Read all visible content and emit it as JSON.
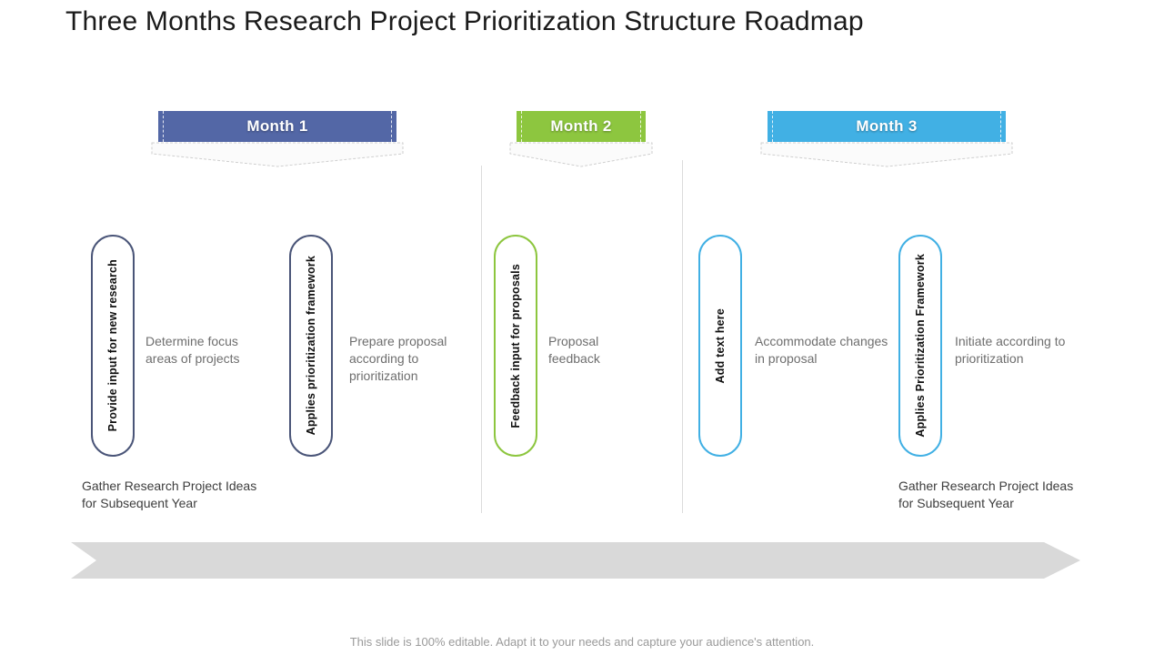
{
  "slide": {
    "title": "Three Months Research Project Prioritization Structure Roadmap",
    "footer_note": "This slide is 100% editable. Adapt it to your needs and capture your audience's attention.",
    "arrow_color": "#d9d9d9",
    "divider_color": "#dcdcdc"
  },
  "months": [
    {
      "label": "Month 1",
      "color": "#5367a6",
      "pill_color": "#4a5578"
    },
    {
      "label": "Month 2",
      "color": "#8dc63f",
      "pill_color": "#8dc63f"
    },
    {
      "label": "Month 3",
      "color": "#41b0e4",
      "pill_color": "#41b0e4"
    }
  ],
  "items": [
    {
      "pill_label": "Provide input for new research",
      "body_text": "Determine focus areas of projects",
      "accent": "#4a5578"
    },
    {
      "pill_label": "Applies prioritization framework",
      "body_text": "Prepare proposal according to prioritization",
      "accent": "#4a5578"
    },
    {
      "pill_label": "Feedback input for proposals",
      "body_text": "Proposal feedback",
      "accent": "#8dc63f"
    },
    {
      "pill_label": "Add text here",
      "body_text": "Accommodate changes in proposal",
      "accent": "#41b0e4"
    },
    {
      "pill_label": "Applies Prioritization Framework",
      "body_text": "Initiate according to prioritization",
      "accent": "#41b0e4"
    }
  ],
  "captions": [
    {
      "text": "Gather Research Project Ideas for Subsequent Year"
    },
    {
      "text": "Gather Research Project Ideas for Subsequent Year"
    }
  ]
}
